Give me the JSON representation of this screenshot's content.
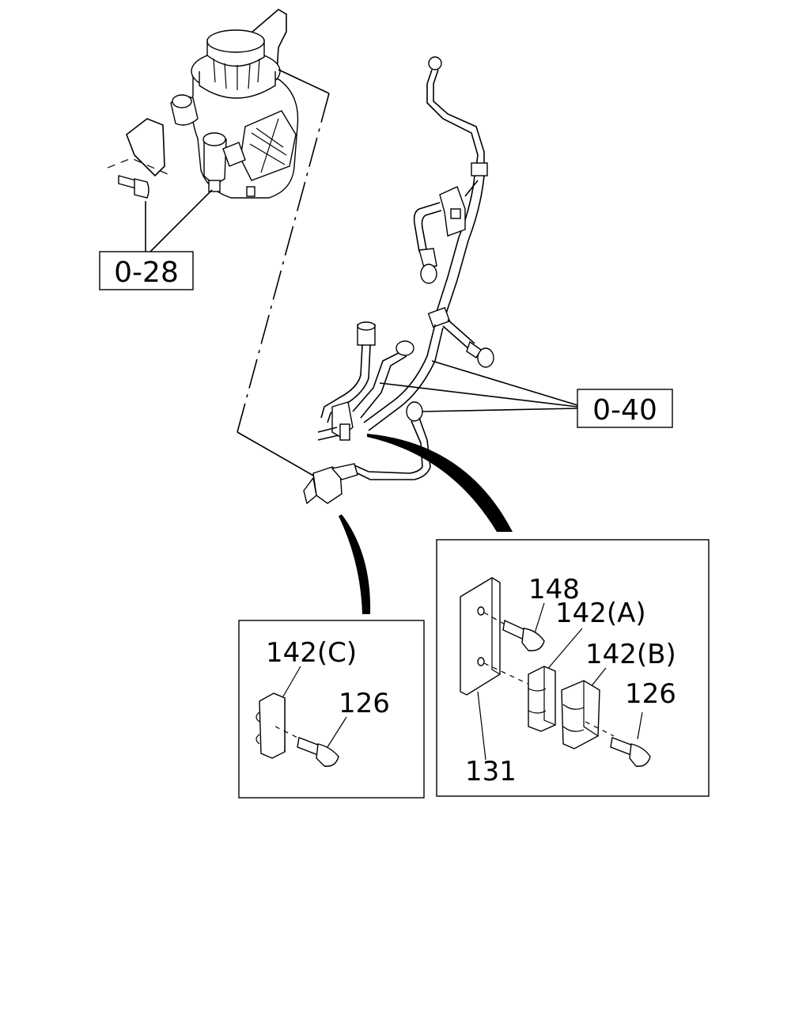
{
  "references": {
    "ref_028": "0-28",
    "ref_040": "0-40"
  },
  "detail_left": {
    "label_142c": "142(C)",
    "label_126": "126"
  },
  "detail_right": {
    "label_148": "148",
    "label_142a": "142(A)",
    "label_142b": "142(B)",
    "label_126": "126",
    "label_131": "131"
  }
}
